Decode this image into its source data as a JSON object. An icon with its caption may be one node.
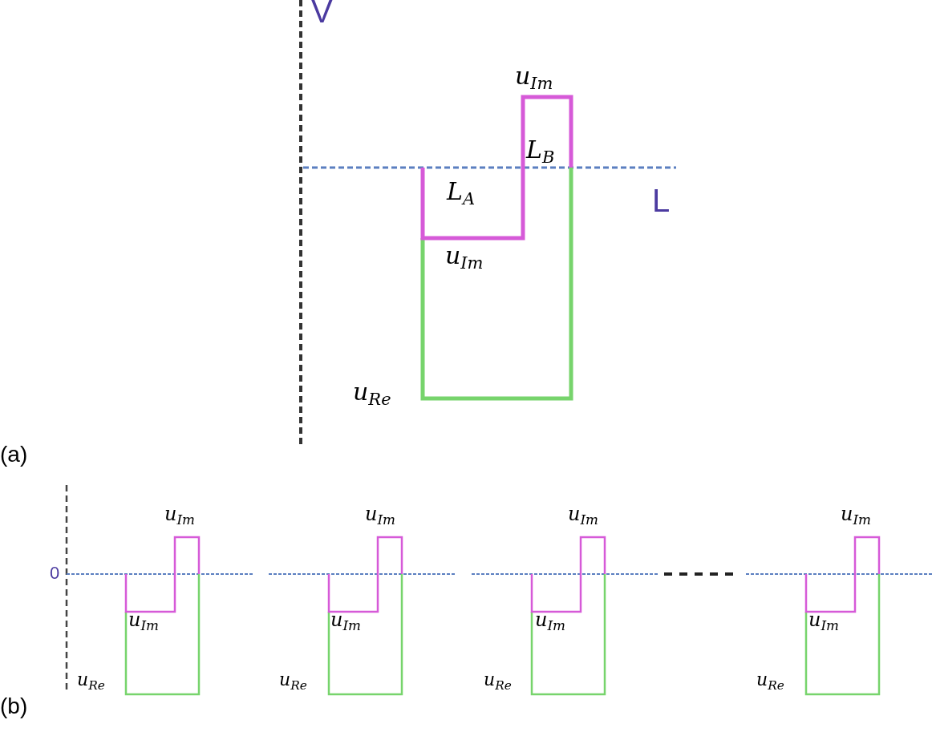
{
  "diagram": {
    "labels": [
      "V",
      "u$_{Im}$",
      "L$_{B}$",
      "L$_{A}$",
      "L",
      "u$_{Im}$",
      "u$_{Re}$",
      "(a)",
      "u$_{Im}$",
      "u$_{Im}$",
      "u$_{Im}$",
      "u$_{Im}$",
      "0",
      "u$_{Im}$",
      "u$_{Im}$",
      "u$_{Im}$",
      "u$_{Im}$",
      "u$_{Re}$",
      "u$_{Re}$",
      "u$_{Re}$",
      "u$_{Re}$",
      "(b)"
    ]
  }
}
